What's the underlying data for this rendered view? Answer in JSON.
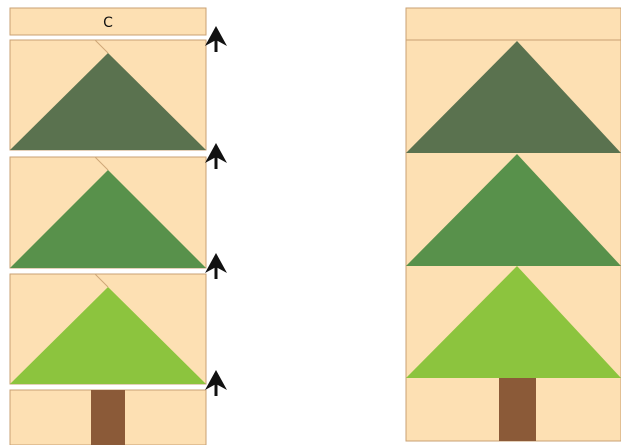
{
  "diagram": {
    "step_label": "C",
    "colors": {
      "background": "#fde0b3",
      "border": "#c9a173",
      "crease": "#cfa777",
      "tier_dark": "#5a724f",
      "tier_mid": "#58914b",
      "tier_light": "#8cc43e",
      "trunk": "#8b5a38",
      "arrow": "#111111"
    },
    "left_strips": [
      {
        "name": "label-strip"
      },
      {
        "name": "tier-dark",
        "fill_key": "tier_dark"
      },
      {
        "name": "tier-mid",
        "fill_key": "tier_mid"
      },
      {
        "name": "tier-light",
        "fill_key": "tier_light"
      },
      {
        "name": "trunk-strip",
        "fill_key": "trunk"
      }
    ],
    "arrows": [
      {
        "name": "pressing-arrow-1",
        "direction": "up"
      },
      {
        "name": "pressing-arrow-2",
        "direction": "up"
      },
      {
        "name": "pressing-arrow-3",
        "direction": "up"
      },
      {
        "name": "pressing-arrow-4",
        "direction": "up"
      }
    ],
    "assembled_block": {
      "tiers": [
        "tier_dark",
        "tier_mid",
        "tier_light"
      ],
      "trunk": "trunk"
    }
  }
}
